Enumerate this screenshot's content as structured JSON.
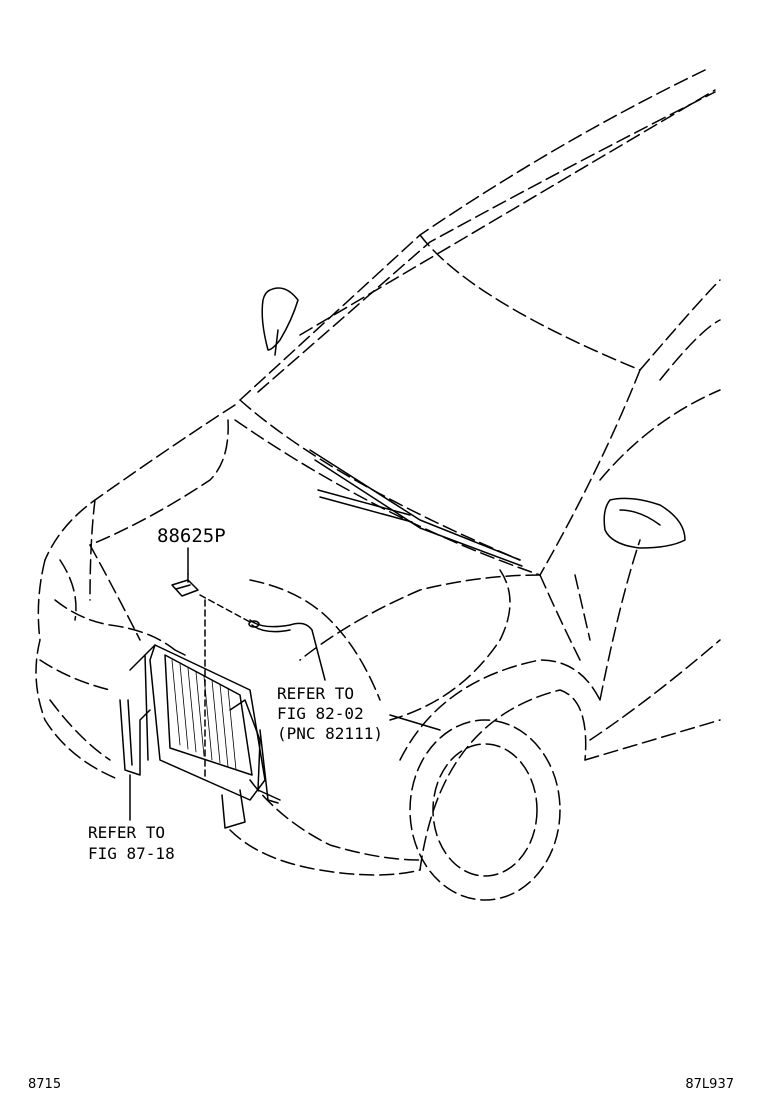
{
  "diagram": {
    "part_number": "88625P",
    "callout_right": {
      "line1": "REFER TO",
      "line2": "FIG 82-02",
      "line3": "(PNC 82111)"
    },
    "callout_left": {
      "line1": "REFER TO",
      "line2": "FIG 87-18"
    },
    "footer_left": "8715",
    "footer_right": "87L937"
  },
  "colors": {
    "ink": "#000000",
    "paper": "#ffffff"
  }
}
